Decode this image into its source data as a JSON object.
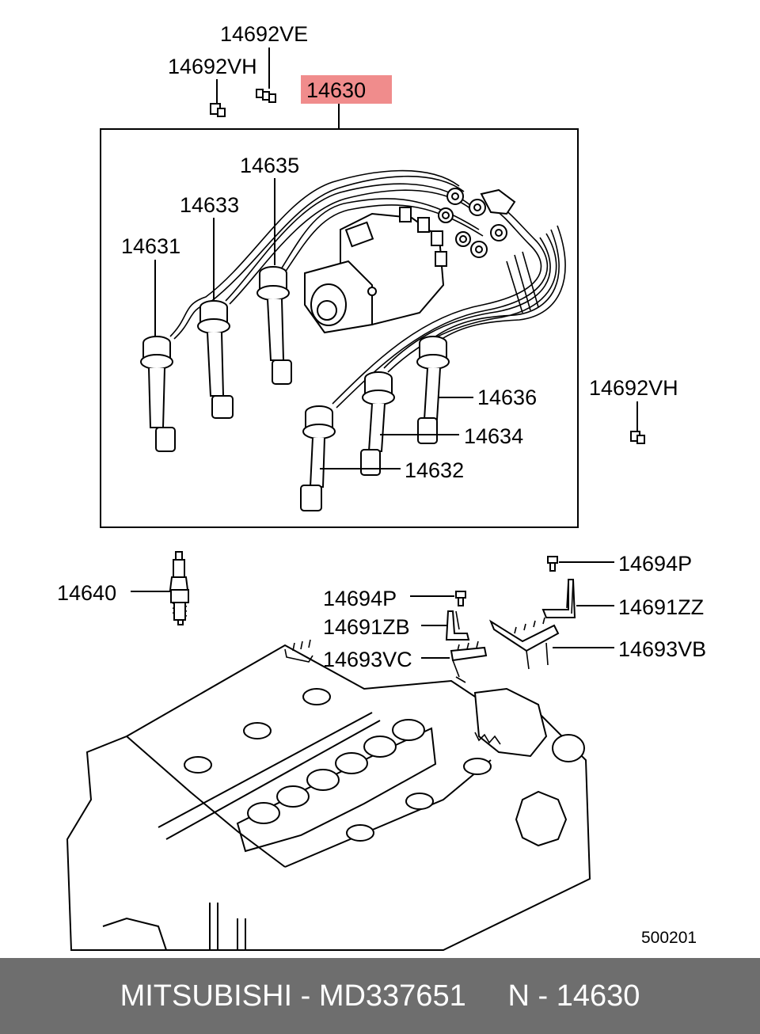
{
  "labels": {
    "l14692VE": "14692VE",
    "l14692VH_top": "14692VH",
    "l14630": "14630",
    "l14635": "14635",
    "l14633": "14633",
    "l14631": "14631",
    "l14636": "14636",
    "l14634": "14634",
    "l14632": "14632",
    "l14692VH_right": "14692VH",
    "l14640": "14640",
    "l14694P_right": "14694P",
    "l14694P_left": "14694P",
    "l14691ZZ": "14691ZZ",
    "l14691ZB": "14691ZB",
    "l14693VB": "14693VB",
    "l14693VC": "14693VC",
    "diagramId": "500201"
  },
  "highlight_color": "#f08c8c",
  "footer": {
    "brand": "MITSUBISHI",
    "sep1": " - ",
    "partNumber": "MD337651",
    "gap": "     ",
    "prefix": "N",
    "sep2": " - ",
    "refNumber": "14630"
  },
  "footer_bg": "#6e6e6e"
}
